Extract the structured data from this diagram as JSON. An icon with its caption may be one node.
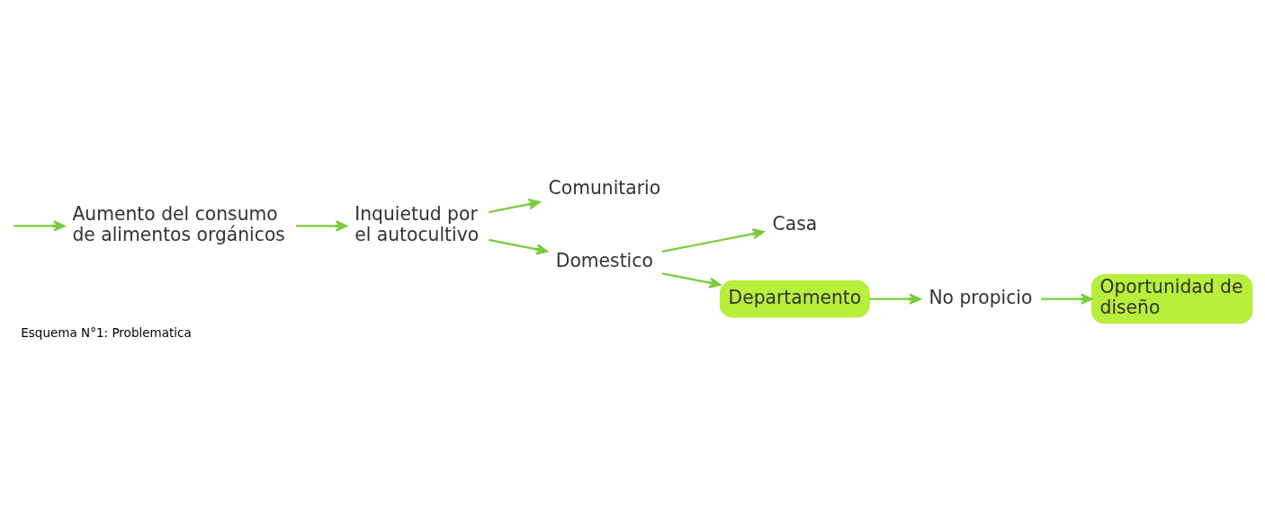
{
  "diagram": {
    "caption": "Esquema N°1: Problematica",
    "nodes": [
      {
        "text": [
          "Aumento del consumo de alimentos orgánicos"
        ]
      },
      {
        "text": [
          "Inquietud por el autocultivo"
        ]
      },
      {
        "text": [
          "Comunitario"
        ]
      },
      {
        "text": [
          "Domestico"
        ]
      },
      {
        "text": [
          "Casa"
        ]
      },
      {
        "text": [
          "Departamento"
        ]
      },
      {
        "text": [
          "No propicio"
        ]
      },
      {
        "text": [
          "Oportunidad de diseño"
        ]
      }
    ],
    "edges": [
      {
        "from": null,
        "to": 0,
        "arrow": "to"
      },
      {
        "from": 0,
        "to": 1,
        "arrow": "to"
      },
      {
        "from": 1,
        "to": 2,
        "arrow": "to"
      },
      {
        "from": 1,
        "to": 3,
        "arrow": "to"
      },
      {
        "from": 3,
        "to": 4,
        "arrow": "to"
      },
      {
        "from": 3,
        "to": 5,
        "arrow": "to"
      },
      {
        "from": 5,
        "to": 6,
        "arrow": "to"
      },
      {
        "from": 6,
        "to": 7,
        "arrow": "to"
      }
    ]
  }
}
